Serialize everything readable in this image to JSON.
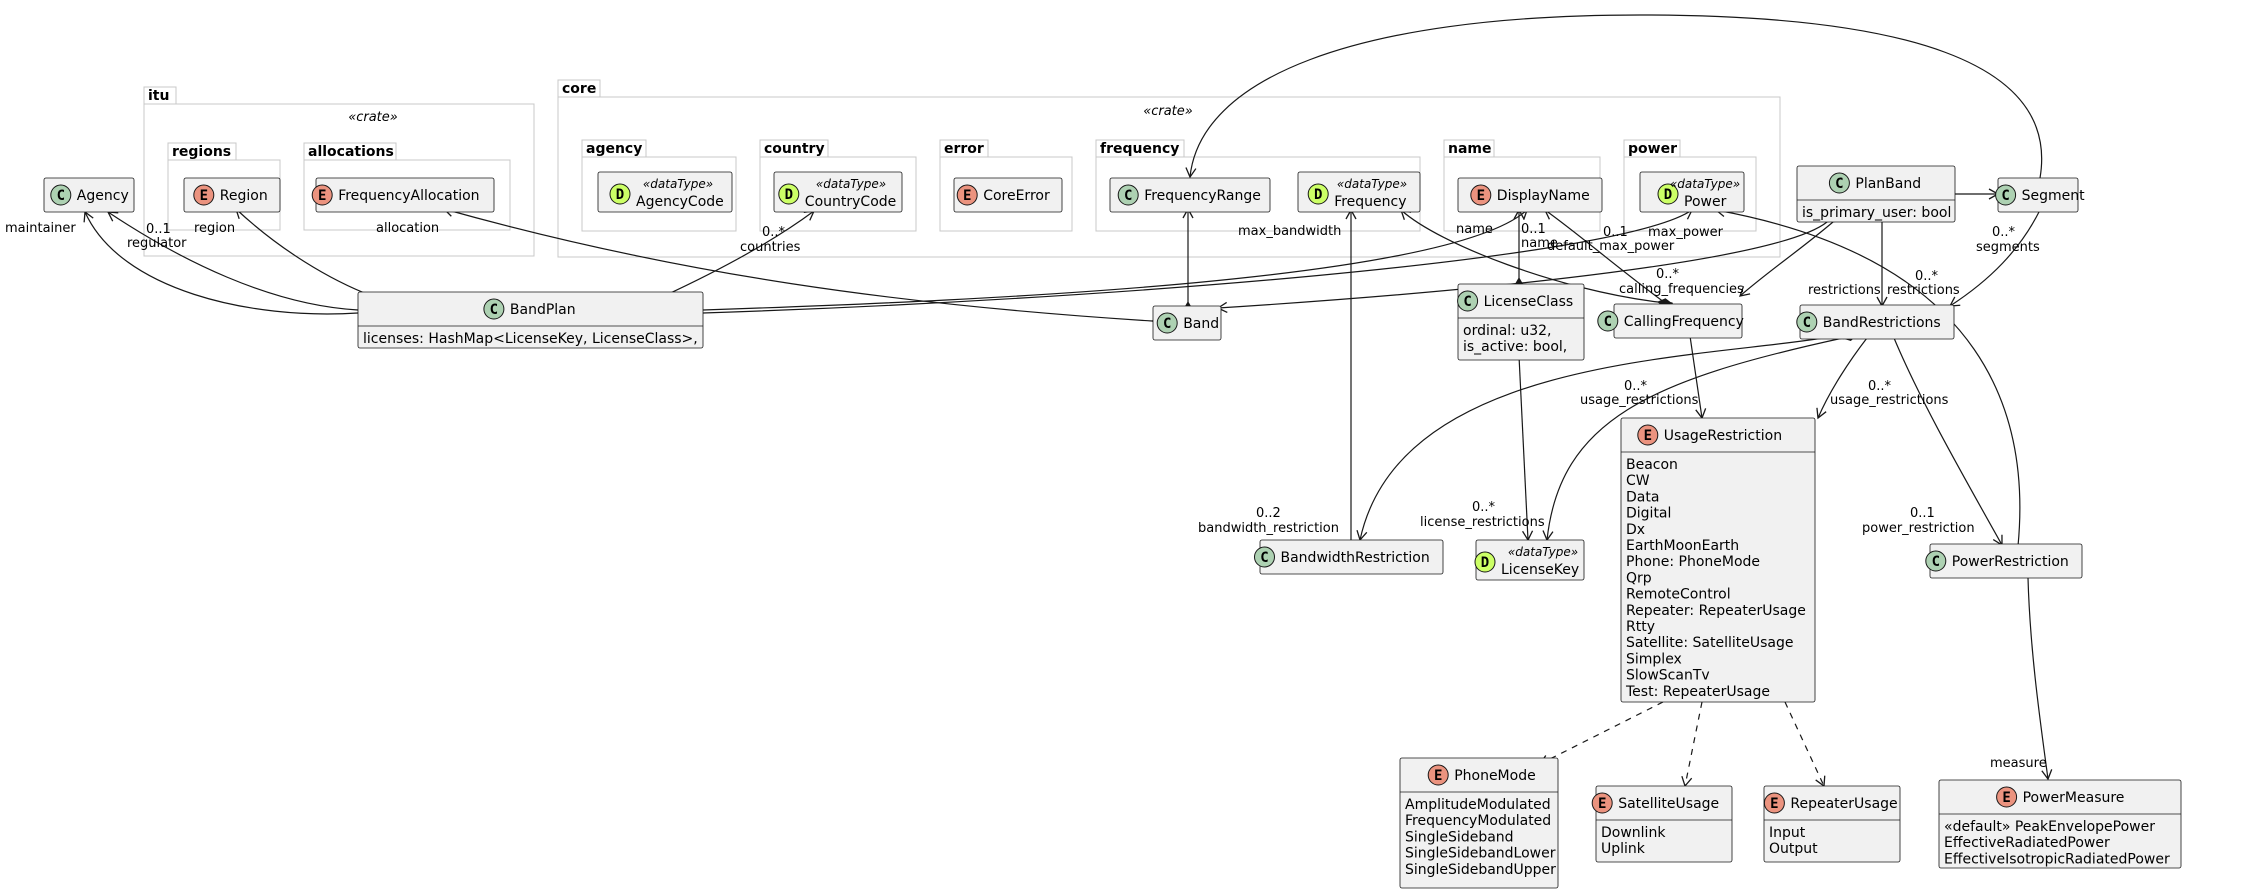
{
  "packages": [
    {
      "id": "itu",
      "name": "itu",
      "stereotype": "«crate»"
    },
    {
      "id": "regions",
      "name": "regions"
    },
    {
      "id": "allocations",
      "name": "allocations"
    },
    {
      "id": "core",
      "name": "core",
      "stereotype": "«crate»"
    },
    {
      "id": "agency",
      "name": "agency"
    },
    {
      "id": "country",
      "name": "country"
    },
    {
      "id": "error",
      "name": "error"
    },
    {
      "id": "frequency",
      "name": "frequency"
    },
    {
      "id": "name",
      "name": "name"
    },
    {
      "id": "power",
      "name": "power"
    }
  ],
  "classes": [
    {
      "id": "Agency",
      "kind": "C",
      "name": "Agency",
      "attrs": []
    },
    {
      "id": "Region",
      "kind": "E",
      "name": "Region",
      "attrs": []
    },
    {
      "id": "FrequencyAllocation",
      "kind": "E",
      "name": "FrequencyAllocation",
      "attrs": []
    },
    {
      "id": "AgencyCode",
      "kind": "D",
      "name": "AgencyCode",
      "stereotype": "«dataType»",
      "attrs": []
    },
    {
      "id": "CountryCode",
      "kind": "D",
      "name": "CountryCode",
      "stereotype": "«dataType»",
      "attrs": []
    },
    {
      "id": "CoreError",
      "kind": "E",
      "name": "CoreError",
      "attrs": []
    },
    {
      "id": "FrequencyRange",
      "kind": "C",
      "name": "FrequencyRange",
      "attrs": []
    },
    {
      "id": "Frequency",
      "kind": "D",
      "name": "Frequency",
      "stereotype": "«dataType»",
      "attrs": []
    },
    {
      "id": "DisplayName",
      "kind": "E",
      "name": "DisplayName",
      "attrs": []
    },
    {
      "id": "Power",
      "kind": "D",
      "name": "Power",
      "stereotype": "«dataType»",
      "attrs": []
    },
    {
      "id": "PlanBand",
      "kind": "C",
      "name": "PlanBand",
      "attrs": [
        "is_primary_user: bool"
      ]
    },
    {
      "id": "Segment",
      "kind": "C",
      "name": "Segment",
      "attrs": []
    },
    {
      "id": "BandPlan",
      "kind": "C",
      "name": "BandPlan",
      "attrs": [
        "licenses: HashMap<LicenseKey, LicenseClass>,"
      ]
    },
    {
      "id": "Band",
      "kind": "C",
      "name": "Band",
      "attrs": []
    },
    {
      "id": "LicenseClass",
      "kind": "C",
      "name": "LicenseClass",
      "attrs": [
        "ordinal: u32,",
        "is_active: bool,"
      ]
    },
    {
      "id": "CallingFrequency",
      "kind": "C",
      "name": "CallingFrequency",
      "attrs": []
    },
    {
      "id": "BandRestrictions",
      "kind": "C",
      "name": "BandRestrictions",
      "attrs": []
    },
    {
      "id": "UsageRestriction",
      "kind": "E",
      "name": "UsageRestriction",
      "attrs": [
        "Beacon",
        "CW",
        "Data",
        "Digital",
        "Dx",
        "EarthMoonEarth",
        "Phone: PhoneMode",
        "Qrp",
        "RemoteControl",
        "Repeater: RepeaterUsage",
        "Rtty",
        "Satellite: SatelliteUsage",
        "Simplex",
        "SlowScanTv",
        "Test: RepeaterUsage"
      ]
    },
    {
      "id": "BandwidthRestriction",
      "kind": "C",
      "name": "BandwidthRestriction",
      "attrs": []
    },
    {
      "id": "LicenseKey",
      "kind": "D",
      "name": "LicenseKey",
      "stereotype": "«dataType»",
      "attrs": []
    },
    {
      "id": "PowerRestriction",
      "kind": "C",
      "name": "PowerRestriction",
      "attrs": []
    },
    {
      "id": "PhoneMode",
      "kind": "E",
      "name": "PhoneMode",
      "attrs": [
        "AmplitudeModulated",
        "FrequencyModulated",
        "SingleSideband",
        "SingleSidebandLower",
        "SingleSidebandUpper"
      ]
    },
    {
      "id": "SatelliteUsage",
      "kind": "E",
      "name": "SatelliteUsage",
      "attrs": [
        "Downlink",
        "Uplink"
      ]
    },
    {
      "id": "RepeaterUsage",
      "kind": "E",
      "name": "RepeaterUsage",
      "attrs": [
        "Input",
        "Output"
      ]
    },
    {
      "id": "PowerMeasure",
      "kind": "E",
      "name": "PowerMeasure",
      "attrs": [
        "«default» PeakEnvelopePower",
        "EffectiveRadiatedPower",
        "EffectiveIsotropicRadiatedPower"
      ]
    }
  ],
  "labels": {
    "maintainer": "maintainer",
    "regulator_mult": "0..1",
    "regulator": "regulator",
    "region": "region",
    "allocation": "allocation",
    "countries_mult": "0..*",
    "countries": "countries",
    "max_bandwidth": "max_bandwidth",
    "name_lbl": "name",
    "name_mult": "0..1",
    "name2": "name",
    "dmp_mult": "0..1",
    "default_max_power": "default_max_power",
    "max_power": "max_power",
    "calling_mult": "0..*",
    "calling_frequencies": "calling_frequencies",
    "restrictions": "restrictions",
    "restrictions_mult": "0..*",
    "restrictions2": "restrictions",
    "segments_mult": "0..*",
    "segments": "segments",
    "usage_mult1": "0..*",
    "usage1": "usage_restrictions",
    "usage_mult2": "0..*",
    "usage2": "usage_restrictions",
    "bw_mult": "0..2",
    "bandwidth_restriction": "bandwidth_restriction",
    "lr_mult": "0..*",
    "license_restrictions": "license_restrictions",
    "pr_mult": "0..1",
    "power_restriction": "power_restriction",
    "measure": "measure"
  },
  "colors": {
    "class_badge": "#ADD1B2",
    "enum_badge": "#EB937F",
    "datatype_badge": "#CCFF66",
    "box_fill": "#F1F1F1",
    "line": "#181818"
  }
}
